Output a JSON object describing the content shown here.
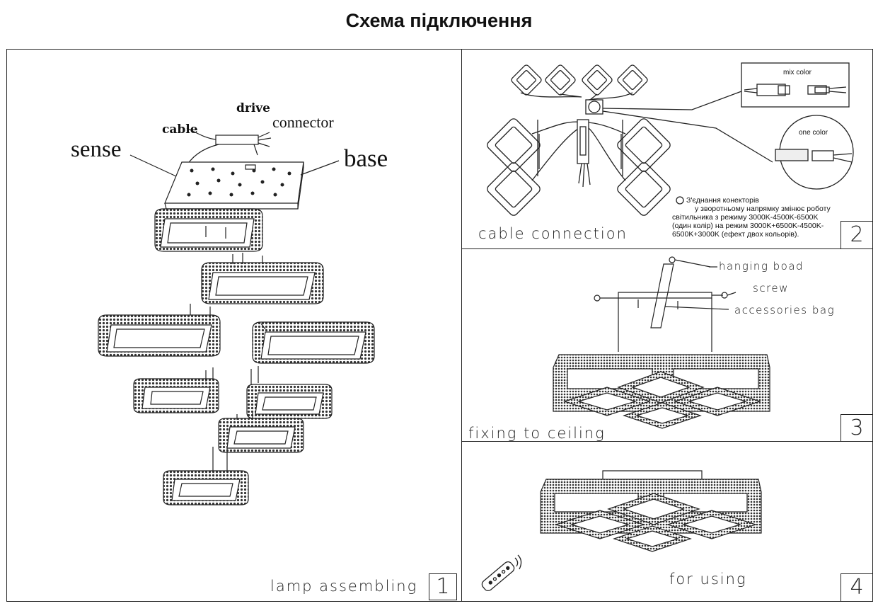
{
  "title": "Схема підключення",
  "panel1": {
    "caption": "lamp assembling",
    "number": "1",
    "labels": {
      "drive": "drive",
      "cable": "cable",
      "connector": "connector",
      "sense": "sense",
      "base": "base"
    }
  },
  "panel2": {
    "caption": "cable connection",
    "number": "2",
    "mix_label": "mix color",
    "one_label": "one color",
    "note_lines": [
      "З'єднання конекторів",
      "у зворотньому напрямку змінює роботу",
      "світильника з режиму 3000K-4500K-6500K",
      "(один колір) на режим 3000K+6500K-4500K-",
      "6500K+3000K  (ефект двох кольорів)."
    ]
  },
  "panel3": {
    "caption": "fixing to ceiling",
    "number": "3",
    "labels": {
      "hanging": "hanging  boad",
      "screw": "screw",
      "accessories": "accessories bag"
    }
  },
  "panel4": {
    "caption": "for using",
    "number": "4"
  },
  "colors": {
    "line": "#222222",
    "texture": "#3a3a3a"
  }
}
